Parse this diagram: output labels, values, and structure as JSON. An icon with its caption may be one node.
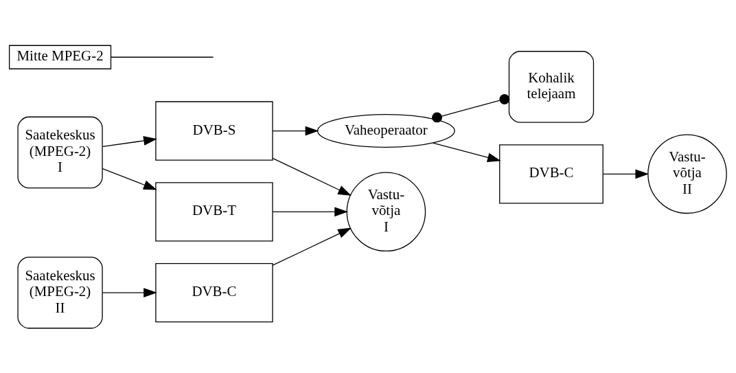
{
  "diagram": {
    "nodes": [
      {
        "text": [
          "Saatekeskus (MPEG-2) I"
        ]
      },
      {
        "text": [
          "Saatekeskus (MPEG-2) II"
        ]
      },
      {
        "text": [
          "DVB-S"
        ]
      },
      {
        "text": [
          "DVB-T"
        ]
      },
      {
        "text": [
          "DVB-C"
        ]
      },
      {
        "text": [
          "Vastu- võtja I"
        ]
      },
      {
        "text": [
          "Vaheoperaator"
        ]
      },
      {
        "text": [
          "Kohalik telejaam"
        ]
      },
      {
        "text": [
          "DVB-C"
        ]
      },
      {
        "text": [
          "Vastu- võtja II"
        ]
      },
      {
        "text": [
          "Mitte MPEG-2"
        ]
      }
    ],
    "edges": [
      {
        "from": 0,
        "to": 2,
        "arrow": "to"
      },
      {
        "from": 0,
        "to": 3,
        "arrow": "to"
      },
      {
        "from": 1,
        "to": 4,
        "arrow": "to"
      },
      {
        "from": 2,
        "to": 5,
        "arrow": "to"
      },
      {
        "from": 3,
        "to": 5,
        "arrow": "to"
      },
      {
        "from": 4,
        "to": 5,
        "arrow": "to"
      },
      {
        "from": 2,
        "to": 6,
        "arrow": "to"
      },
      {
        "from": 6,
        "to": 7,
        "arrow": "other"
      },
      {
        "from": 6,
        "to": 8,
        "arrow": "to"
      },
      {
        "from": 8,
        "to": 9,
        "arrow": "to"
      },
      {
        "from": 10,
        "to": null,
        "arrow": "none"
      }
    ]
  }
}
